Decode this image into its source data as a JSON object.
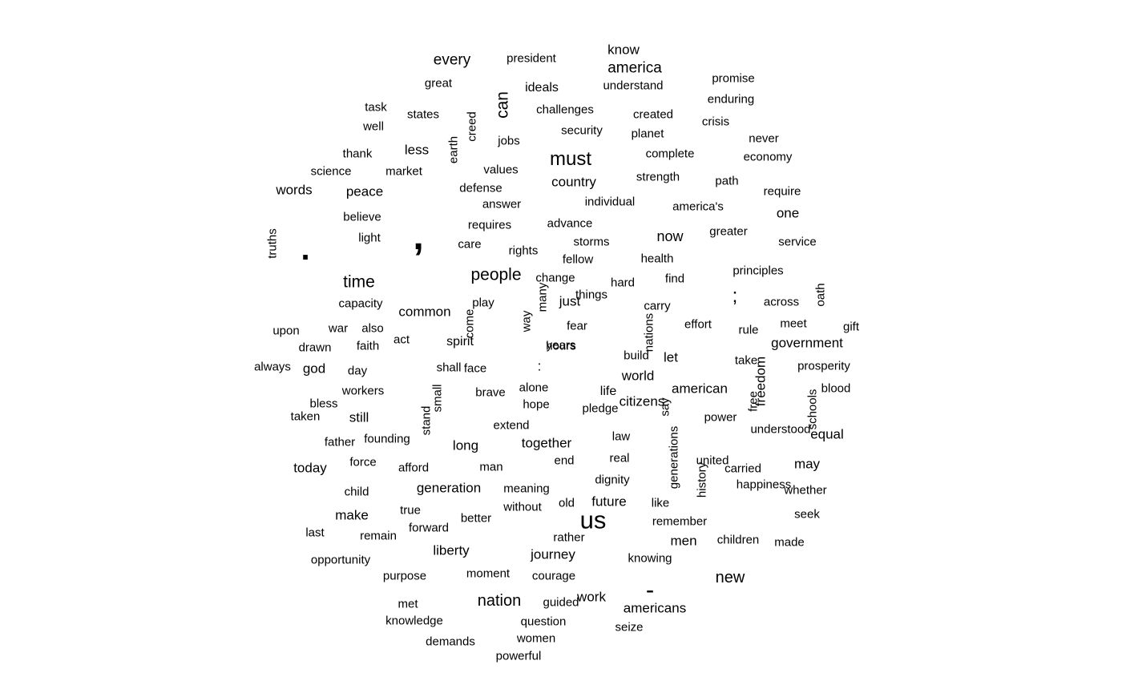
{
  "cloud": {
    "words": [
      {
        "text": "every",
        "weight": 19
      },
      {
        "text": "president",
        "weight": 15
      },
      {
        "text": "know",
        "weight": 17
      },
      {
        "text": "america",
        "weight": 19
      },
      {
        "text": "great",
        "weight": 15
      },
      {
        "text": "ideals",
        "weight": 16
      },
      {
        "text": "understand",
        "weight": 15
      },
      {
        "text": "promise",
        "weight": 15
      },
      {
        "text": "can",
        "weight": 21,
        "vertical": true
      },
      {
        "text": "task",
        "weight": 15
      },
      {
        "text": "states",
        "weight": 15
      },
      {
        "text": "creed",
        "weight": 15,
        "vertical": true
      },
      {
        "text": "challenges",
        "weight": 15
      },
      {
        "text": "created",
        "weight": 15
      },
      {
        "text": "enduring",
        "weight": 15
      },
      {
        "text": "well",
        "weight": 15
      },
      {
        "text": "crisis",
        "weight": 15
      },
      {
        "text": "security",
        "weight": 15
      },
      {
        "text": "planet",
        "weight": 15
      },
      {
        "text": "earth",
        "weight": 15,
        "vertical": true
      },
      {
        "text": "jobs",
        "weight": 15
      },
      {
        "text": "never",
        "weight": 15
      },
      {
        "text": "thank",
        "weight": 15
      },
      {
        "text": "less",
        "weight": 17
      },
      {
        "text": "must",
        "weight": 24
      },
      {
        "text": "complete",
        "weight": 15
      },
      {
        "text": "economy",
        "weight": 15
      },
      {
        "text": "science",
        "weight": 15
      },
      {
        "text": "market",
        "weight": 15
      },
      {
        "text": "values",
        "weight": 15
      },
      {
        "text": "strength",
        "weight": 15
      },
      {
        "text": "country",
        "weight": 17
      },
      {
        "text": "path",
        "weight": 15
      },
      {
        "text": "words",
        "weight": 17
      },
      {
        "text": "peace",
        "weight": 17
      },
      {
        "text": "defense",
        "weight": 15
      },
      {
        "text": "require",
        "weight": 15
      },
      {
        "text": "individual",
        "weight": 15
      },
      {
        "text": "answer",
        "weight": 15
      },
      {
        "text": "america's",
        "weight": 15
      },
      {
        "text": "one",
        "weight": 17
      },
      {
        "text": "believe",
        "weight": 15
      },
      {
        "text": "requires",
        "weight": 15
      },
      {
        "text": "advance",
        "weight": 15
      },
      {
        "text": ",",
        "weight": 48
      },
      {
        "text": "greater",
        "weight": 15
      },
      {
        "text": "truths",
        "weight": 15,
        "vertical": true
      },
      {
        "text": "now",
        "weight": 18
      },
      {
        "text": ".",
        "weight": 40
      },
      {
        "text": "light",
        "weight": 15
      },
      {
        "text": "storms",
        "weight": 15
      },
      {
        "text": "service",
        "weight": 15
      },
      {
        "text": "care",
        "weight": 15
      },
      {
        "text": "rights",
        "weight": 15
      },
      {
        "text": "fellow",
        "weight": 15
      },
      {
        "text": "health",
        "weight": 15
      },
      {
        "text": "principles",
        "weight": 15
      },
      {
        "text": "people",
        "weight": 21
      },
      {
        "text": "time",
        "weight": 21
      },
      {
        "text": "change",
        "weight": 15
      },
      {
        "text": "hard",
        "weight": 15
      },
      {
        "text": "find",
        "weight": 15
      },
      {
        "text": "things",
        "weight": 15
      },
      {
        "text": "oath",
        "weight": 15,
        "vertical": true
      },
      {
        "text": "many",
        "weight": 15,
        "vertical": true
      },
      {
        "text": "just",
        "weight": 17
      },
      {
        "text": ";",
        "weight": 24
      },
      {
        "text": "play",
        "weight": 15
      },
      {
        "text": "capacity",
        "weight": 15
      },
      {
        "text": "across",
        "weight": 15
      },
      {
        "text": "carry",
        "weight": 15
      },
      {
        "text": "common",
        "weight": 17
      },
      {
        "text": "gift",
        "weight": 15
      },
      {
        "text": "way",
        "weight": 15,
        "vertical": true
      },
      {
        "text": "upon",
        "weight": 15
      },
      {
        "text": "come",
        "weight": 15,
        "vertical": true
      },
      {
        "text": "fear",
        "weight": 15
      },
      {
        "text": "effort",
        "weight": 15
      },
      {
        "text": "meet",
        "weight": 15
      },
      {
        "text": "war",
        "weight": 15
      },
      {
        "text": "also",
        "weight": 15
      },
      {
        "text": "act",
        "weight": 15
      },
      {
        "text": "nations",
        "weight": 15,
        "vertical": true
      },
      {
        "text": "rule",
        "weight": 15
      },
      {
        "text": "spirit",
        "weight": 16
      },
      {
        "text": "years",
        "weight": 15
      },
      {
        "text": "government",
        "weight": 17
      },
      {
        "text": "drawn",
        "weight": 15
      },
      {
        "text": "faith",
        "weight": 15
      },
      {
        "text": "build",
        "weight": 15
      },
      {
        "text": "let",
        "weight": 17
      },
      {
        "text": "take",
        "weight": 15
      },
      {
        "text": "always",
        "weight": 15
      },
      {
        "text": "god",
        "weight": 17
      },
      {
        "text": "day",
        "weight": 15
      },
      {
        "text": "shall",
        "weight": 15
      },
      {
        "text": "face",
        "weight": 15
      },
      {
        "text": ":",
        "weight": 17
      },
      {
        "text": "prosperity",
        "weight": 15
      },
      {
        "text": "world",
        "weight": 17
      },
      {
        "text": "american",
        "weight": 17
      },
      {
        "text": "freedom",
        "weight": 17,
        "vertical": true
      },
      {
        "text": "alone",
        "weight": 15
      },
      {
        "text": "blood",
        "weight": 15
      },
      {
        "text": "workers",
        "weight": 15
      },
      {
        "text": "brave",
        "weight": 15
      },
      {
        "text": "life",
        "weight": 16
      },
      {
        "text": "bless",
        "weight": 15
      },
      {
        "text": "small",
        "weight": 15,
        "vertical": true
      },
      {
        "text": "citizens",
        "weight": 17
      },
      {
        "text": "say",
        "weight": 15,
        "vertical": true
      },
      {
        "text": "free",
        "weight": 15,
        "vertical": true
      },
      {
        "text": "hope",
        "weight": 15
      },
      {
        "text": "pledge",
        "weight": 15
      },
      {
        "text": "power",
        "weight": 15
      },
      {
        "text": "schools",
        "weight": 15,
        "vertical": true
      },
      {
        "text": "still",
        "weight": 17
      },
      {
        "text": "taken",
        "weight": 15
      },
      {
        "text": "stand",
        "weight": 15,
        "vertical": true
      },
      {
        "text": "extend",
        "weight": 15
      },
      {
        "text": "understood",
        "weight": 15
      },
      {
        "text": "equal",
        "weight": 17
      },
      {
        "text": "law",
        "weight": 15
      },
      {
        "text": "founding",
        "weight": 15
      },
      {
        "text": "father",
        "weight": 15
      },
      {
        "text": "long",
        "weight": 17
      },
      {
        "text": "together",
        "weight": 17
      },
      {
        "text": "carried",
        "weight": 15
      },
      {
        "text": "generations",
        "weight": 15,
        "vertical": true
      },
      {
        "text": "real",
        "weight": 15
      },
      {
        "text": "united",
        "weight": 15
      },
      {
        "text": "end",
        "weight": 15
      },
      {
        "text": "force",
        "weight": 15
      },
      {
        "text": "may",
        "weight": 17
      },
      {
        "text": "today",
        "weight": 17
      },
      {
        "text": "afford",
        "weight": 15
      },
      {
        "text": "man",
        "weight": 15
      },
      {
        "text": "happiness",
        "weight": 15
      },
      {
        "text": "history",
        "weight": 15,
        "vertical": true
      },
      {
        "text": "dignity",
        "weight": 15
      },
      {
        "text": "generation",
        "weight": 17
      },
      {
        "text": "meaning",
        "weight": 15
      },
      {
        "text": "child",
        "weight": 15
      },
      {
        "text": "whether",
        "weight": 15
      },
      {
        "text": "future",
        "weight": 17
      },
      {
        "text": "old",
        "weight": 15
      },
      {
        "text": "like",
        "weight": 15
      },
      {
        "text": "make",
        "weight": 17
      },
      {
        "text": "true",
        "weight": 15
      },
      {
        "text": "without",
        "weight": 15
      },
      {
        "text": "seek",
        "weight": 15
      },
      {
        "text": "better",
        "weight": 15
      },
      {
        "text": "us",
        "weight": 31
      },
      {
        "text": "remember",
        "weight": 15
      },
      {
        "text": "forward",
        "weight": 15
      },
      {
        "text": "last",
        "weight": 15
      },
      {
        "text": "remain",
        "weight": 15
      },
      {
        "text": "rather",
        "weight": 15
      },
      {
        "text": "children",
        "weight": 15
      },
      {
        "text": "men",
        "weight": 17
      },
      {
        "text": "made",
        "weight": 15
      },
      {
        "text": "liberty",
        "weight": 17
      },
      {
        "text": "journey",
        "weight": 17
      },
      {
        "text": "knowing",
        "weight": 15
      },
      {
        "text": "opportunity",
        "weight": 15
      },
      {
        "text": "moment",
        "weight": 15
      },
      {
        "text": "purpose",
        "weight": 15
      },
      {
        "text": "courage",
        "weight": 15
      },
      {
        "text": "new",
        "weight": 20
      },
      {
        "text": "work",
        "weight": 17
      },
      {
        "text": "-",
        "weight": 31
      },
      {
        "text": "nation",
        "weight": 20
      },
      {
        "text": "guided",
        "weight": 15
      },
      {
        "text": "met",
        "weight": 15
      },
      {
        "text": "americans",
        "weight": 17
      },
      {
        "text": "knowledge",
        "weight": 15
      },
      {
        "text": "question",
        "weight": 15
      },
      {
        "text": "seize",
        "weight": 15
      },
      {
        "text": "women",
        "weight": 15
      },
      {
        "text": "demands",
        "weight": 15
      },
      {
        "text": "powerful",
        "weight": 15
      },
      {
        "text": "hours",
        "weight": 15
      }
    ]
  }
}
